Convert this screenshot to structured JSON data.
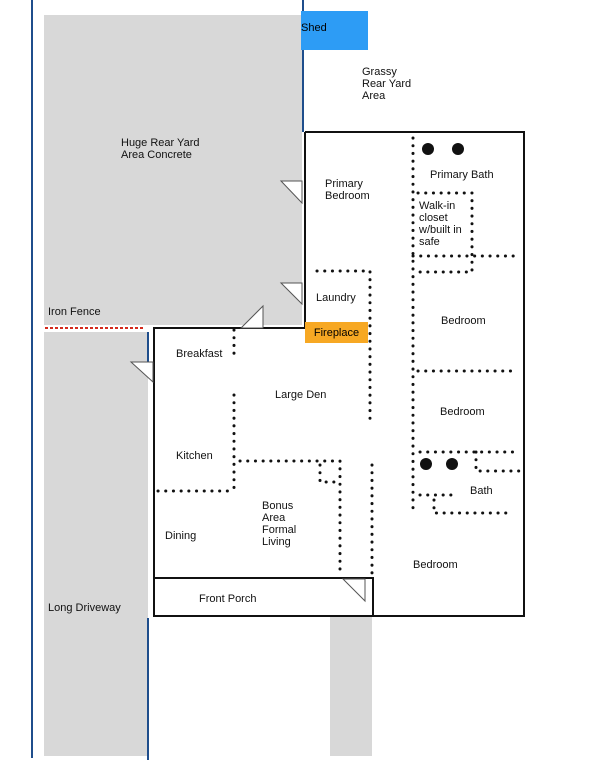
{
  "labels": {
    "shed": "Shed",
    "grassy_yard": "Grassy\nRear Yard\nArea",
    "concrete_yard": "Huge Rear Yard\nArea Concrete",
    "primary_bedroom": "Primary\nBedroom",
    "primary_bath": "Primary Bath",
    "walk_in_closet": "Walk-in\ncloset\nw/built in\nsafe",
    "laundry": "Laundry",
    "iron_fence": "Iron Fence",
    "fireplace": "Fireplace",
    "bedroom_1": "Bedroom",
    "breakfast": "Breakfast",
    "large_den": "Large Den",
    "bedroom_2": "Bedroom",
    "kitchen": "Kitchen",
    "bath": "Bath",
    "bonus_area": "Bonus\nArea\nFormal\nLiving",
    "dining": "Dining",
    "bedroom_3": "Bedroom",
    "front_porch": "Front Porch",
    "long_driveway": "Long Driveway"
  },
  "colors": {
    "paving": "#d8d8d8",
    "shed": "#2d9cf5",
    "fireplace": "#f7a823",
    "fence": "#d42a1c",
    "boundary": "#1f4e8c",
    "wall": "#111111"
  }
}
